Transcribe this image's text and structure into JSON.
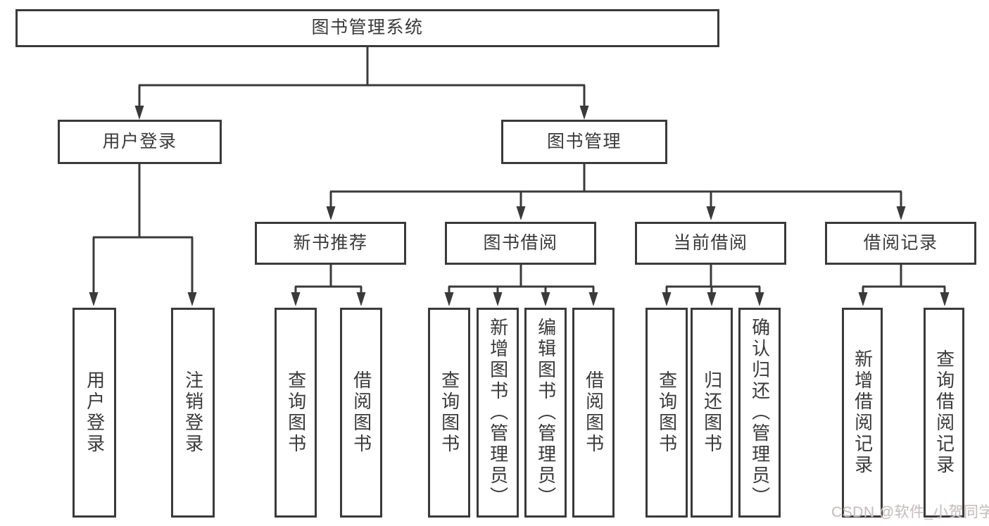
{
  "diagram": {
    "root": {
      "label": "图书管理系统"
    },
    "level2": [
      {
        "label": "用户登录"
      },
      {
        "label": "图书管理"
      }
    ],
    "level3": [
      {
        "label": "新书推荐",
        "parent": "图书管理"
      },
      {
        "label": "图书借阅",
        "parent": "图书管理"
      },
      {
        "label": "当前借阅",
        "parent": "图书管理"
      },
      {
        "label": "借阅记录",
        "parent": "图书管理"
      }
    ],
    "leaves": [
      {
        "label": "用户登录",
        "parent": "用户登录"
      },
      {
        "label": "注销登录",
        "parent": "用户登录"
      },
      {
        "label": "查询图书",
        "parent": "新书推荐"
      },
      {
        "label": "借阅图书",
        "parent": "新书推荐"
      },
      {
        "label": "查询图书",
        "parent": "图书借阅"
      },
      {
        "label": "新增图书（管理员）",
        "parent": "图书借阅"
      },
      {
        "label": "编辑图书（管理员）",
        "parent": "图书借阅"
      },
      {
        "label": "借阅图书",
        "parent": "图书借阅"
      },
      {
        "label": "查询图书",
        "parent": "当前借阅"
      },
      {
        "label": "归还图书",
        "parent": "当前借阅"
      },
      {
        "label": "确认归还（管理员）",
        "parent": "当前借阅"
      },
      {
        "label": "新增借阅记录",
        "parent": "借阅记录"
      },
      {
        "label": "查询借阅记录",
        "parent": "借阅记录"
      }
    ],
    "colors": {
      "line": "#3a3a3a",
      "text": "#3a3a3a",
      "box_background": "#ffffff"
    },
    "watermark": {
      "text": "CSDN @软件_小贺同学",
      "color": "#c7c0c0"
    }
  }
}
